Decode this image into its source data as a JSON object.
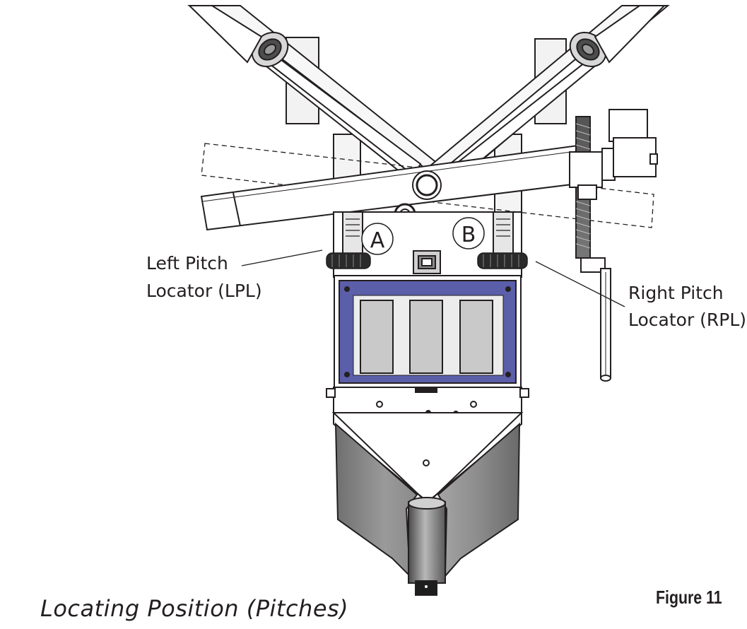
{
  "labels": {
    "left_line1": "Left Pitch",
    "left_line2": "Locator (LPL)",
    "right_line1": "Right Pitch",
    "right_line2": "Locator (RPL)",
    "marker_a": "A",
    "marker_b": "B"
  },
  "caption": "Locating Position (Pitches)",
  "figure_number": "Figure 11",
  "colors": {
    "line": "#231f20",
    "blue_panel": "#5b5ea8",
    "grey_panel": "#c9c9c9",
    "dark_blade": "#8a8a8a",
    "white": "#ffffff"
  }
}
